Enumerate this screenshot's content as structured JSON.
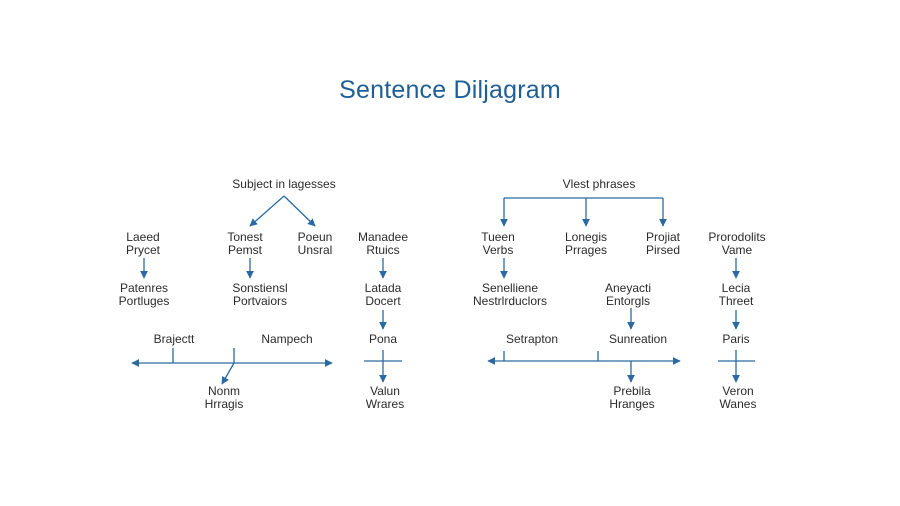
{
  "title": "Sentence Diljagram",
  "colors": {
    "line": "#2a6aa0",
    "title": "#1f5f96",
    "text": "#2b2b2b"
  },
  "nodes": {
    "subject_header": [
      "Subject in lagesses"
    ],
    "laeed": [
      "Laeed",
      "Prycet"
    ],
    "tonest": [
      "Tonest",
      "Pemst"
    ],
    "poeun": [
      "Poeun",
      "Unsral"
    ],
    "manadee": [
      "Manadee",
      "Rtuics"
    ],
    "verb_header": [
      "Vlest phrases"
    ],
    "tueen": [
      "Tueen",
      "Verbs"
    ],
    "lonegis": [
      "Lonegis",
      "Prrages"
    ],
    "projiat": [
      "Projiat",
      "Pirsed"
    ],
    "prorodolits": [
      "Prorodolits",
      "Vame"
    ],
    "patenres": [
      "Patenres",
      "Portluges"
    ],
    "sonstiens": [
      "Sonstiensl",
      "Portvaiors"
    ],
    "latada": [
      "Latada",
      "Docert"
    ],
    "senelliene": [
      "Senelliene",
      "Nestrlrduclors"
    ],
    "aneyacti": [
      "Aneyacti",
      "Entorgls"
    ],
    "lecia": [
      "Lecia",
      "Threet"
    ],
    "brajectt": [
      "Brajectt"
    ],
    "nampech": [
      "Nampech"
    ],
    "pona": [
      "Pona"
    ],
    "setrapton": [
      "Setrapton"
    ],
    "sunreation": [
      "Sunreation"
    ],
    "paris": [
      "Paris"
    ],
    "nonm": [
      "Nonm",
      "Hrragis"
    ],
    "valun": [
      "Valun",
      "Wrares"
    ],
    "prebila": [
      "Prebila",
      "Hranges"
    ],
    "veron": [
      "Veron",
      "Wanes"
    ]
  }
}
